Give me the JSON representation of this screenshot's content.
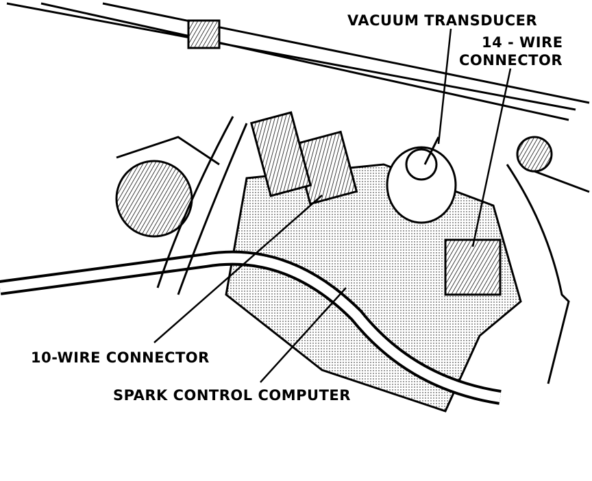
{
  "labels": {
    "vacuum_transducer": "VACUUM TRANSDUCER",
    "wire14_line1": "14 - WIRE",
    "wire14_line2": "CONNECTOR",
    "wire10": "10-WIRE CONNECTOR",
    "computer": "SPARK CONTROL COMPUTER"
  },
  "colors": {
    "ink": "#000000",
    "paper": "#ffffff",
    "shade": "#d8d8d8"
  }
}
